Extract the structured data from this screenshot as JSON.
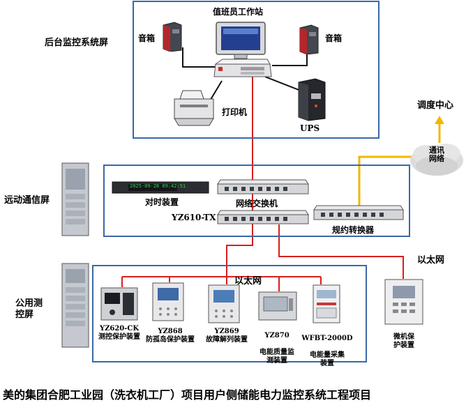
{
  "labels": {
    "backend_screen": "后台监控系统屏",
    "workstation": "值班员工作站",
    "speaker_left": "音箱",
    "speaker_right": "音箱",
    "printer": "打印机",
    "ups": "UPS",
    "dispatch_center": "调度中心",
    "comm_network": "通讯\n网络",
    "telecontrol_screen": "远动通信屏",
    "time_sync": "对时装置",
    "network_switch": "网络交换机",
    "yz610": "YZ610-TX",
    "protocol_converter": "规约转换器",
    "ethernet_outer": "以太网",
    "public_screen": "公用测\n控屏",
    "ethernet_inner": "以太网",
    "micro_protection": "微机保\n护装置",
    "time_display": "2025-09-28 09:42:51"
  },
  "devices": [
    {
      "model": "YZ620-CK",
      "desc": "测控保护装置"
    },
    {
      "model": "YZ868",
      "desc": "防孤岛保护装置"
    },
    {
      "model": "YZ869",
      "desc": "故障解列装置"
    },
    {
      "model": "YZ870",
      "desc": "电能质量监\n测装置"
    },
    {
      "model": "WFBT-2000D",
      "desc": "电能量采集\n装置"
    }
  ],
  "caption": "美的集团合肥工业园（洗衣机工厂）项目用户侧储能电力监控系统工程项目",
  "colors": {
    "frame": "#3a68a8",
    "ethernet_line": "#d81e1e",
    "uplink_line": "#f2b705",
    "device_line": "#111111"
  }
}
